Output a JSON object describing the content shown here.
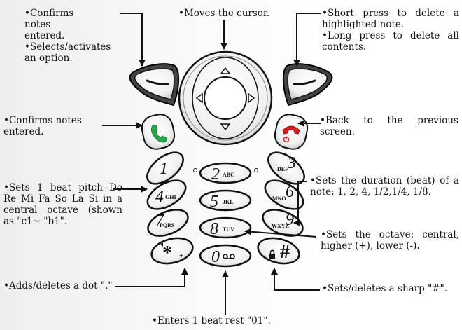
{
  "annotations": {
    "left_soft_key": {
      "line1": "•Confirms notes entered.",
      "line2": "•Selects/activates an option."
    },
    "nav_key": "•Moves the cursor.",
    "right_soft_key": {
      "line1": "•Short press to delete a highlighted note.",
      "line2": "•Long press to delete all contents."
    },
    "send_key": "•Confirms notes entered.",
    "end_key": "•Back to the previous screen.",
    "keys_1_to_7": "•Sets 1 beat pitch--Do Re Mi Fa So La Si in a central octave (shown as \"c1~ \"b1\".",
    "keys_3_6_9": "•Sets the duration (beat) of a note: 1, 2, 4, 1/2,1/4, 1/8.",
    "key_8": "•Sets the octave: central, higher (+), lower (-).",
    "star_key": "•Adds/deletes a dot \".\"",
    "hash_key": "•Sets/deletes a sharp \"#\".",
    "zero_key": "•Enters 1 beat rest \"01\"."
  },
  "keys": {
    "k1": "1",
    "k2": "2",
    "k2_sub": "ABC",
    "k3": "3",
    "k3_sub": "DEF",
    "k4": "4",
    "k4_sub": "GHI",
    "k5": "5",
    "k5_sub": "JKL",
    "k6": "6",
    "k6_sub": "MNO",
    "k7": "7",
    "k7_sub": "PQRS",
    "k8": "8",
    "k8_sub": "TUV",
    "k9": "9",
    "k9_sub": "WXYZ",
    "k0": "0",
    "kstar": "*",
    "kstar_sub": "+",
    "khash": "#"
  },
  "colors": {
    "send_icon": "#2aa84a",
    "end_icon": "#d62020"
  }
}
